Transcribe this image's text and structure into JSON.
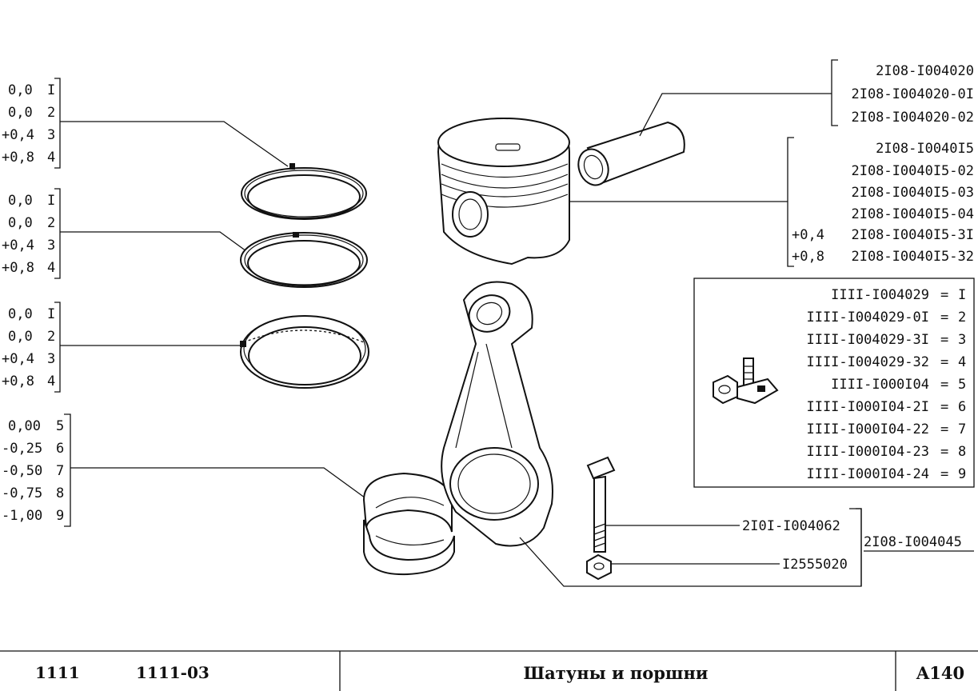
{
  "rings": {
    "top": {
      "rows": [
        {
          "size": "0,0",
          "code": "I"
        },
        {
          "size": "0,0",
          "code": "2"
        },
        {
          "size": "+0,4",
          "code": "3"
        },
        {
          "size": "+0,8",
          "code": "4"
        }
      ]
    },
    "middle": {
      "rows": [
        {
          "size": "0,0",
          "code": "I"
        },
        {
          "size": "0,0",
          "code": "2"
        },
        {
          "size": "+0,4",
          "code": "3"
        },
        {
          "size": "+0,8",
          "code": "4"
        }
      ]
    },
    "oil": {
      "rows": [
        {
          "size": "0,0",
          "code": "I"
        },
        {
          "size": "0,0",
          "code": "2"
        },
        {
          "size": "+0,4",
          "code": "3"
        },
        {
          "size": "+0,8",
          "code": "4"
        }
      ]
    }
  },
  "bearing_shells": {
    "rows": [
      {
        "size": "0,00",
        "code": "5"
      },
      {
        "size": "-0,25",
        "code": "6"
      },
      {
        "size": "-0,50",
        "code": "7"
      },
      {
        "size": "-0,75",
        "code": "8"
      },
      {
        "size": "-1,00",
        "code": "9"
      }
    ]
  },
  "piston_pin": {
    "numbers": [
      "2I08-I004020",
      "2I08-I004020-0I",
      "2I08-I004020-02"
    ]
  },
  "piston": {
    "rows": [
      {
        "prefix": "",
        "number": "2I08-I0040I5"
      },
      {
        "prefix": "",
        "number": "2I08-I0040I5-02"
      },
      {
        "prefix": "",
        "number": "2I08-I0040I5-03"
      },
      {
        "prefix": "",
        "number": "2I08-I0040I5-04"
      },
      {
        "prefix": "+0,4",
        "number": "2I08-I0040I5-3I"
      },
      {
        "prefix": "+0,8",
        "number": "2I08-I0040I5-32"
      }
    ]
  },
  "kit_table": {
    "rows": [
      {
        "number": "IIII-I004029",
        "code": "I"
      },
      {
        "number": "IIII-I004029-0I",
        "code": "2"
      },
      {
        "number": "IIII-I004029-3I",
        "code": "3"
      },
      {
        "number": "IIII-I004029-32",
        "code": "4"
      },
      {
        "number": "IIII-I000I04",
        "code": "5"
      },
      {
        "number": "IIII-I000I04-2I",
        "code": "6"
      },
      {
        "number": "IIII-I000I04-22",
        "code": "7"
      },
      {
        "number": "IIII-I000I04-23",
        "code": "8"
      },
      {
        "number": "IIII-I000I04-24",
        "code": "9"
      }
    ]
  },
  "bolt": {
    "number": "2I0I-I004062"
  },
  "nut": {
    "number": "I2555020"
  },
  "connecting_rod": {
    "number": "2I08-I004045"
  },
  "footer": {
    "model": "1111",
    "model_variant": "1111-03",
    "title": "Шатуны и поршни",
    "page_code": "A140"
  }
}
